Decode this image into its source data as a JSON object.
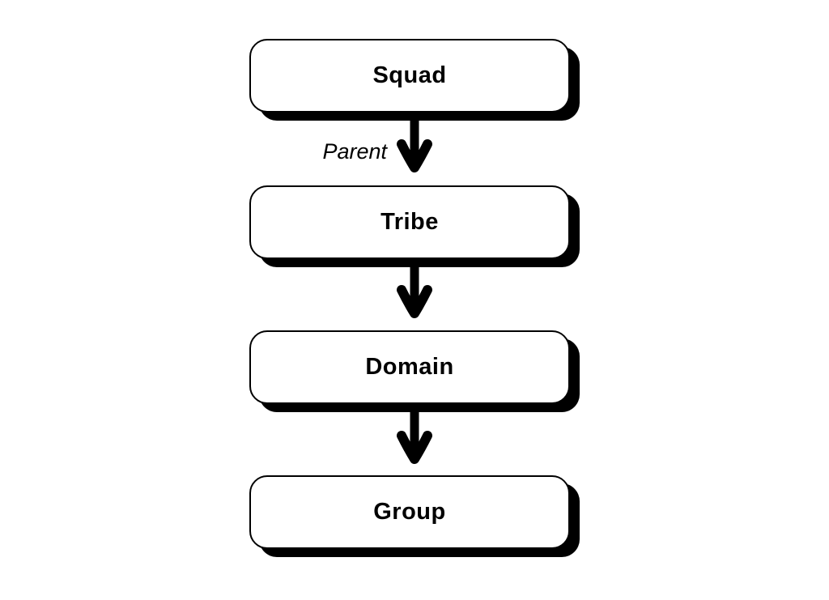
{
  "diagram": {
    "type": "flowchart-vertical",
    "nodes": [
      {
        "label": "Squad"
      },
      {
        "label": "Tribe"
      },
      {
        "label": "Domain"
      },
      {
        "label": "Group"
      }
    ],
    "edges": [
      {
        "from": "Squad",
        "to": "Tribe",
        "label": "Parent"
      },
      {
        "from": "Tribe",
        "to": "Domain",
        "label": ""
      },
      {
        "from": "Domain",
        "to": "Group",
        "label": ""
      }
    ],
    "colors": {
      "background": "#ffffff",
      "node_fill": "#ffffff",
      "node_border": "#000000",
      "node_shadow": "#000000",
      "arrow": "#000000",
      "text": "#000000"
    }
  }
}
